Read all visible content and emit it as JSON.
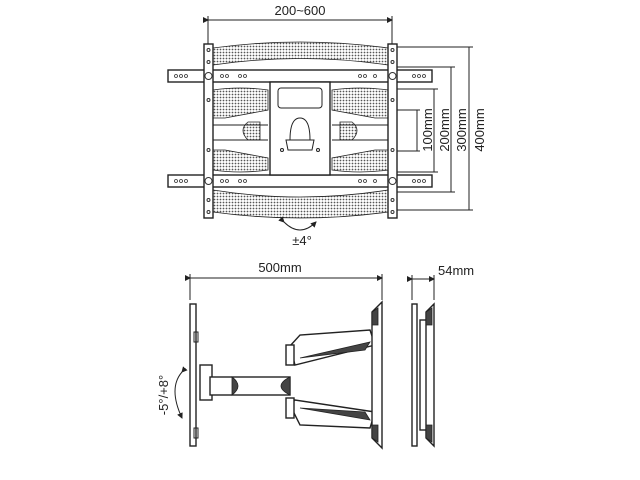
{
  "front_view": {
    "width_range_label": "200~600",
    "vertical_dims": [
      "100mm",
      "200mm",
      "300mm",
      "400mm"
    ],
    "rotation_label": "±4°"
  },
  "side_view": {
    "extension_label": "500mm",
    "depth_label": "54mm",
    "tilt_label": "-5°/+8°"
  }
}
